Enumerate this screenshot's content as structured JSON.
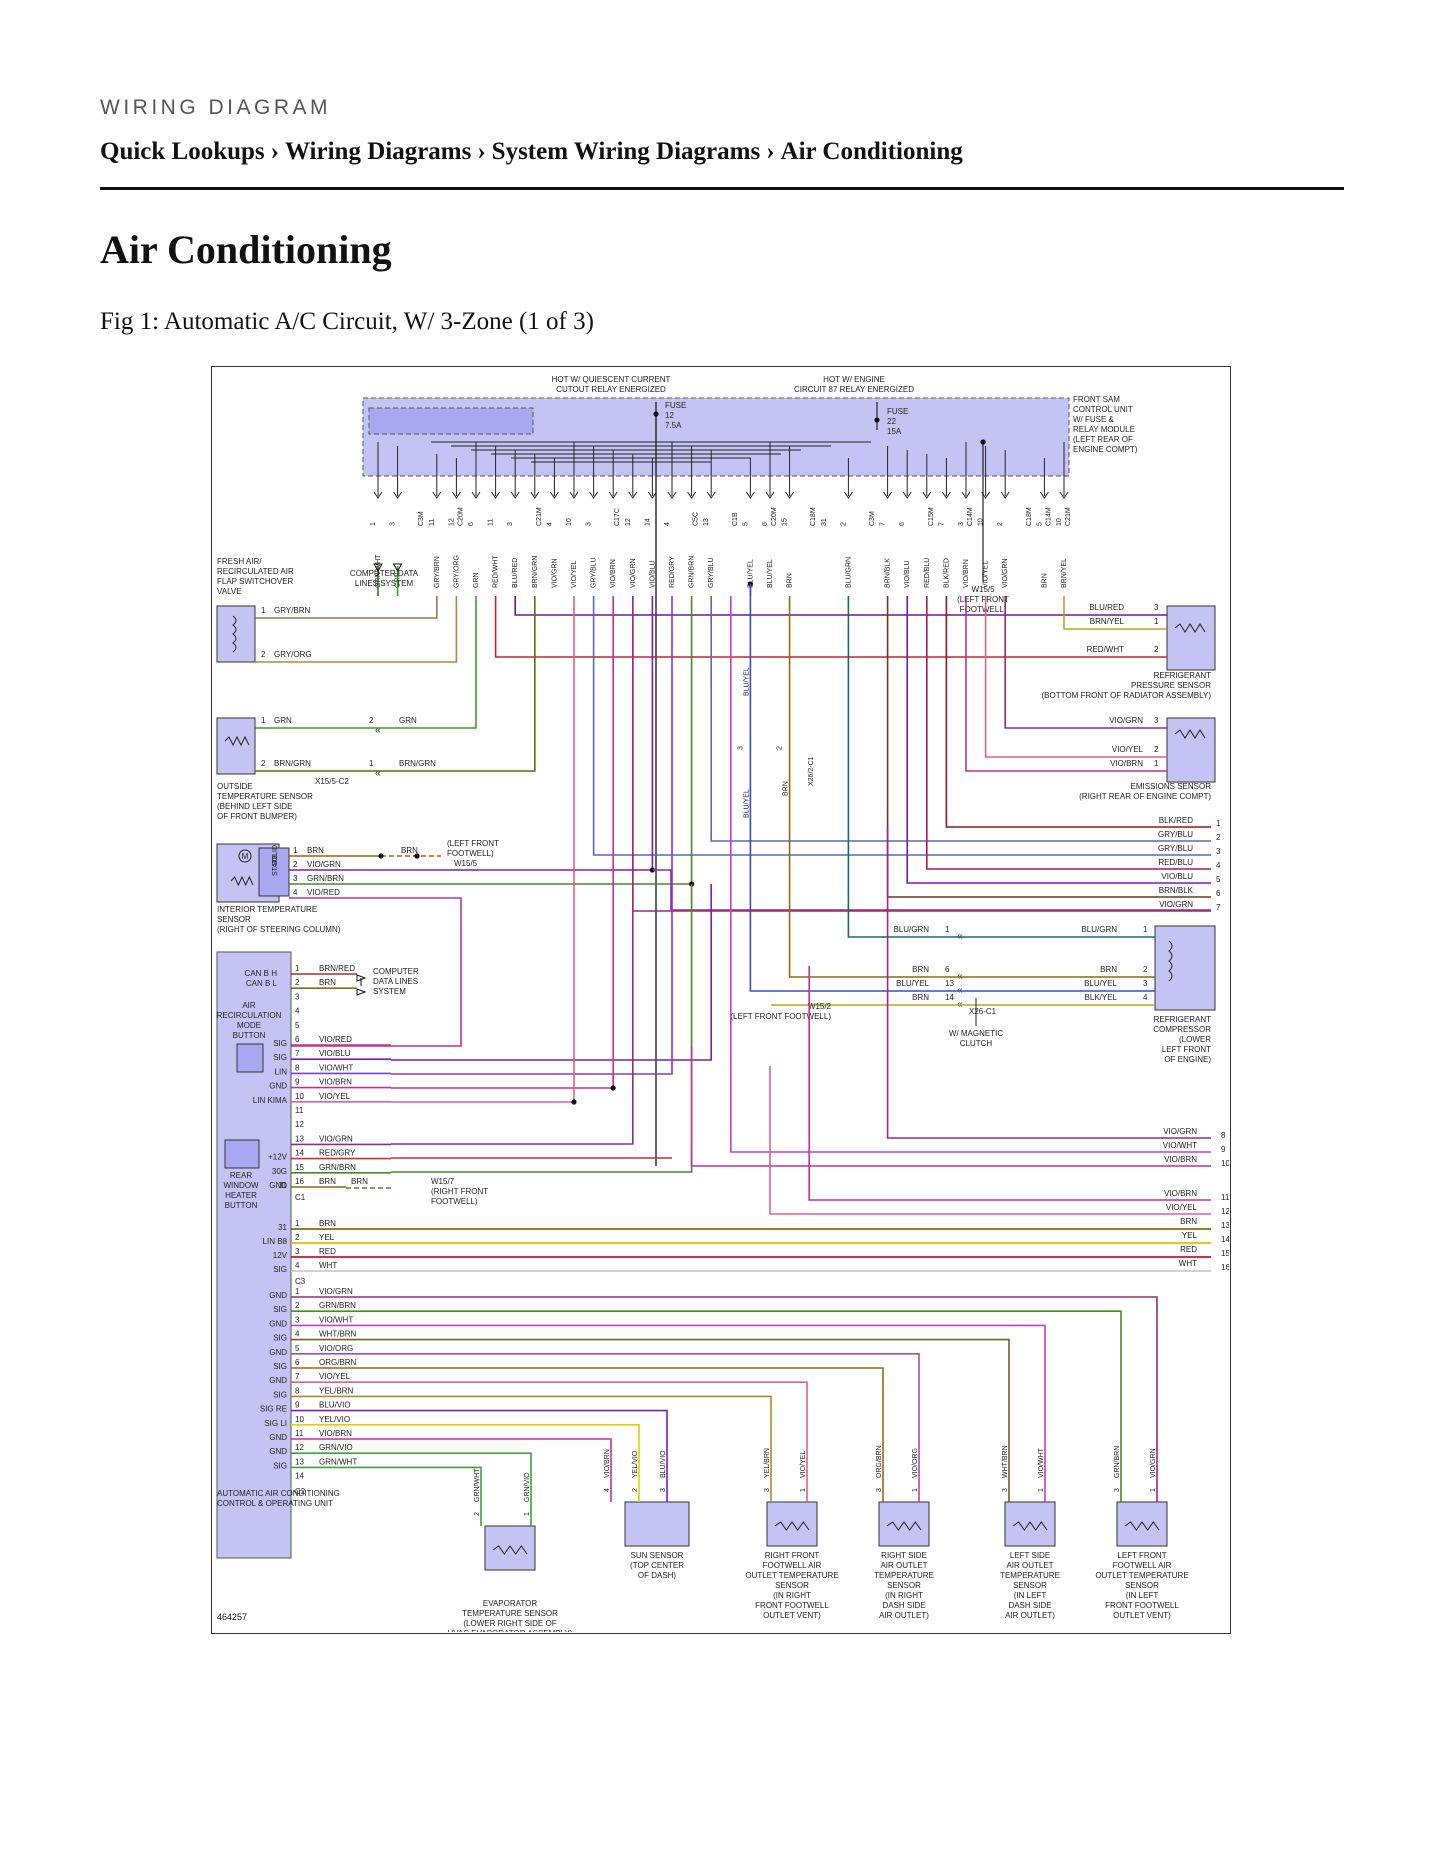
{
  "header": {
    "kicker": "WIRING DIAGRAM",
    "breadcrumb": [
      "Quick Lookups",
      "Wiring Diagrams",
      "System Wiring Diagrams",
      "Air Conditioning"
    ],
    "separator": "›"
  },
  "page_title": "Air Conditioning",
  "figure_caption": "Fig 1: Automatic A/C Circuit, W/ 3-Zone (1 of 3)",
  "diagram": {
    "figure_number": "464257",
    "sam_module": {
      "label": [
        "FRONT SAM",
        "CONTROL UNIT",
        "W/ FUSE &",
        "RELAY MODULE",
        "(LEFT REAR OF",
        "ENGINE COMPT)"
      ],
      "hot_quiescent": [
        "HOT W/ QUIESCENT CURRENT",
        "CUTOUT RELAY ENERGIZED"
      ],
      "hot_engine": [
        "HOT W/ ENGINE",
        "CIRCUIT 87 RELAY ENERGIZED"
      ],
      "fuse_12": [
        "FUSE",
        "12",
        "7.5A"
      ],
      "fuse_22": [
        "FUSE",
        "22",
        "15A"
      ],
      "pins": [
        {
          "pin": "1",
          "conn": "",
          "wire": "GRN/WHT",
          "color": "#2e7d1e"
        },
        {
          "pin": "3",
          "conn": "",
          "wire": "GRN",
          "color": "#2e9d1e"
        },
        {
          "pin": "",
          "conn": "C3M",
          "wire": "",
          "color": ""
        },
        {
          "pin": "11",
          "conn": "",
          "wire": "GRY/BRN",
          "color": "#9a7a4a"
        },
        {
          "pin": "12",
          "conn": "C20M",
          "wire": "GRY/ORG",
          "color": "#b08a3a"
        },
        {
          "pin": "6",
          "conn": "",
          "wire": "GRN",
          "color": "#3aa020"
        },
        {
          "pin": "11",
          "conn": "",
          "wire": "RED/WHT",
          "color": "#d0202a"
        },
        {
          "pin": "3",
          "conn": "",
          "wire": "BLU/RED",
          "color": "#6a1a8a"
        },
        {
          "pin": "",
          "conn": "C21M",
          "wire": "BRN/GRN",
          "color": "#5a6a10"
        },
        {
          "pin": "4",
          "conn": "",
          "wire": "VIO/GRN",
          "color": "#9a2a7a"
        },
        {
          "pin": "10",
          "conn": "",
          "wire": "VIO/YEL",
          "color": "#e0608a"
        },
        {
          "pin": "3",
          "conn": "",
          "wire": "GRY/BLU",
          "color": "#5a6ab0"
        },
        {
          "pin": "",
          "conn": "C17C",
          "wire": "VIO/BRN",
          "color": "#c0309a"
        },
        {
          "pin": "12",
          "conn": "",
          "wire": "VIO/GRN",
          "color": "#9a2a7a"
        },
        {
          "pin": "14",
          "conn": "",
          "wire": "VIO/BLU",
          "color": "#7a1ac0"
        },
        {
          "pin": "4",
          "conn": "",
          "wire": "RED/GRY",
          "color": "#c03040"
        },
        {
          "pin": "",
          "conn": "C5C",
          "wire": "GRN/BRN",
          "color": "#4a8a20"
        },
        {
          "pin": "13",
          "conn": "",
          "wire": "GRY/BLU",
          "color": "#5a6ab0"
        },
        {
          "pin": "",
          "conn": "C1B",
          "wire": "",
          "color": ""
        },
        {
          "pin": "5",
          "conn": "",
          "wire": "BLU/YEL",
          "color": "#3a4ac0"
        },
        {
          "pin": "6",
          "conn": "C20M",
          "wire": "BLU/YEL",
          "color": "#3a4ac0"
        },
        {
          "pin": "15",
          "conn": "",
          "wire": "BRN",
          "color": "#8a6a10"
        },
        {
          "pin": "",
          "conn": "C18M",
          "wire": "",
          "color": ""
        },
        {
          "pin": "31",
          "conn": "",
          "wire": "",
          "color": ""
        },
        {
          "pin": "2",
          "conn": "",
          "wire": "BLU/GRN",
          "color": "#1a6a6a"
        },
        {
          "pin": "",
          "conn": "C3M",
          "wire": "",
          "color": ""
        },
        {
          "pin": "7",
          "conn": "",
          "wire": "BRN/BLK",
          "color": "#6a3a1a"
        },
        {
          "pin": "6",
          "conn": "",
          "wire": "VIO/BLU",
          "color": "#7a1ac0"
        },
        {
          "pin": "",
          "conn": "C15M",
          "wire": "RED/BLU",
          "color": "#a01a6a"
        },
        {
          "pin": "7",
          "conn": "",
          "wire": "BLK/RED",
          "color": "#8a1a1a"
        },
        {
          "pin": "3",
          "conn": "C14M",
          "wire": "VIO/BRN",
          "color": "#c0309a"
        },
        {
          "pin": "10",
          "conn": "",
          "wire": "VIO/YEL",
          "color": "#e0608a"
        },
        {
          "pin": "2",
          "conn": "",
          "wire": "VIO/GRN",
          "color": "#9a2a7a"
        },
        {
          "pin": "",
          "conn": "C18M",
          "wire": "",
          "color": ""
        },
        {
          "pin": "5",
          "conn": "C14M",
          "wire": "BRN",
          "color": "#8a6a10"
        },
        {
          "pin": "10",
          "conn": "C21M",
          "wire": "BRN/YEL",
          "color": "#c0a020"
        }
      ]
    },
    "w15_5_top": [
      "W15/5",
      "(LEFT FRONT",
      "FOOTWELL)"
    ],
    "computer_data_top": [
      "COMPUTER DATA",
      "LINES SYSTEM"
    ],
    "fresh_air": {
      "label": [
        "FRESH AIR/",
        "RECIRCULATED AIR",
        "FLAP SWITCHOVER",
        "VALVE"
      ],
      "pins": [
        {
          "pin": "1",
          "wire": "GRY/BRN"
        },
        {
          "pin": "2",
          "wire": "GRY/ORG"
        }
      ]
    },
    "refrig_pressure": {
      "label": [
        "REFRIGERANT",
        "PRESSURE SENSOR",
        "(BOTTOM FRONT OF RADIATOR ASSEMBLY)"
      ],
      "pins": [
        {
          "pin": "3",
          "wire": "BLU/RED"
        },
        {
          "pin": "1",
          "wire": "BRN/YEL"
        },
        {
          "pin": "2",
          "wire": "RED/WHT"
        }
      ]
    },
    "outside_temp": {
      "label": [
        "OUTSIDE",
        "TEMPERATURE SENSOR",
        "(BEHIND LEFT SIDE",
        "OF FRONT BUMPER)"
      ],
      "pins": [
        {
          "pin": "1",
          "wire": "GRN",
          "pin2": "2",
          "wire2": "GRN"
        },
        {
          "pin": "2",
          "wire": "BRN/GRN",
          "pin2": "1",
          "wire2": "BRN/GRN"
        }
      ],
      "connector": "X15/5-C2"
    },
    "emissions": {
      "label": [
        "EMISSIONS SENSOR",
        "(RIGHT REAR OF ENGINE COMPT)"
      ],
      "pins": [
        {
          "pin": "3",
          "wire": "VIO/GRN"
        },
        {
          "pin": "2",
          "wire": "VIO/YEL"
        },
        {
          "pin": "1",
          "wire": "VIO/BRN"
        }
      ]
    },
    "x26_c1_mid": {
      "connector": "X26/2-C1",
      "pins": [
        "3",
        "2"
      ],
      "wires": [
        "BLU/YEL",
        "BRN"
      ]
    },
    "right_bus_1": [
      {
        "wire": "BLK/RED",
        "num": "1"
      },
      {
        "wire": "GRY/BLU",
        "num": "2"
      },
      {
        "wire": "GRY/BLU",
        "num": "3"
      },
      {
        "wire": "RED/BLU",
        "num": "4"
      },
      {
        "wire": "VIO/BLU",
        "num": "5"
      },
      {
        "wire": "BRN/BLK",
        "num": "6"
      },
      {
        "wire": "VIO/GRN",
        "num": "7"
      }
    ],
    "interior_temp": {
      "label": [
        "INTERIOR TEMPERATURE",
        "SENSOR",
        "(RIGHT OF STEERING COLUMN)"
      ],
      "solid_state": [
        "SOLID",
        "STATE"
      ],
      "pins": [
        {
          "pin": "1",
          "wire": "BRN"
        },
        {
          "pin": "2",
          "wire": "VIO/GRN"
        },
        {
          "pin": "3",
          "wire": "GRN/BRN"
        },
        {
          "pin": "4",
          "wire": "VIO/RED"
        }
      ],
      "ground_wire": "BRN",
      "ground": [
        "(LEFT FRONT",
        "FOOTWELL)",
        "W15/5"
      ]
    },
    "compressor": {
      "label": [
        "REFRIGERANT",
        "COMPRESSOR",
        "(LOWER",
        "LEFT FRONT",
        "OF ENGINE)"
      ],
      "clutch": [
        "W/ MAGNETIC",
        "CLUTCH"
      ],
      "connector": "X26-C1",
      "rows": [
        {
          "lwire": "BLU/GRN",
          "lpin": "1",
          "rwire": "BLU/GRN",
          "rpin": "1"
        },
        {
          "lwire": "BRN",
          "lpin": "6",
          "rwire": "BRN",
          "rpin": "2"
        },
        {
          "lwire": "BLU/YEL",
          "lpin": "13",
          "rwire": "BLU/YEL",
          "rpin": "3"
        },
        {
          "lwire": "BRN",
          "lpin": "14",
          "rwire": "BLK/YEL",
          "rpin": "4"
        }
      ],
      "ground": [
        "W15/2",
        "(LEFT FRONT FOOTWELL)"
      ]
    },
    "acu": {
      "label": [
        "AUTOMATIC AIR CONDITIONING",
        "CONTROL & OPERATING UNIT"
      ],
      "can": [
        "CAN B H",
        "CAN B L"
      ],
      "recirc_btn": [
        "AIR",
        "RECIRCULATION",
        "MODE",
        "BUTTON"
      ],
      "rear_btn": [
        "REAR",
        "WINDOW",
        "HEATER",
        "BUTTON"
      ],
      "computer_data": [
        "COMPUTER",
        "DATA LINES",
        "SYSTEM"
      ],
      "c1_label": "C1",
      "c3_label": "C3",
      "c2_label": "C2",
      "c1": [
        {
          "pin": "1",
          "wire": "BRN/RED",
          "side": ""
        },
        {
          "pin": "2",
          "wire": "BRN",
          "side": ""
        },
        {
          "pin": "3",
          "wire": "",
          "side": ""
        },
        {
          "pin": "4",
          "wire": "",
          "side": ""
        },
        {
          "pin": "5",
          "wire": "",
          "side": ""
        },
        {
          "pin": "6",
          "wire": "VIO/RED",
          "side": "SIG"
        },
        {
          "pin": "7",
          "wire": "VIO/BLU",
          "side": "SIG"
        },
        {
          "pin": "8",
          "wire": "VIO/WHT",
          "side": "LIN"
        },
        {
          "pin": "9",
          "wire": "VIO/BRN",
          "side": "GND"
        },
        {
          "pin": "10",
          "wire": "VIO/YEL",
          "side": "LIN KIMA"
        },
        {
          "pin": "11",
          "wire": "",
          "side": ""
        },
        {
          "pin": "12",
          "wire": "",
          "side": ""
        },
        {
          "pin": "13",
          "wire": "VIO/GRN",
          "side": ""
        },
        {
          "pin": "14",
          "wire": "RED/GRY",
          "side": "+12V"
        },
        {
          "pin": "15",
          "wire": "GRN/BRN",
          "side": "30G"
        },
        {
          "pin": "16",
          "wire": "BRN",
          "side": "GND"
        }
      ],
      "c1_side_31": "31",
      "w15_7": [
        "W15/7",
        "(RIGHT FRONT",
        "FOOTWELL)"
      ],
      "c3": [
        {
          "pin": "1",
          "wire": "BRN",
          "side": "31"
        },
        {
          "pin": "2",
          "wire": "YEL",
          "side": "LIN B8"
        },
        {
          "pin": "3",
          "wire": "RED",
          "side": "12V"
        },
        {
          "pin": "4",
          "wire": "WHT",
          "side": "SIG"
        }
      ],
      "c2": [
        {
          "pin": "1",
          "wire": "VIO/GRN",
          "side": "GND"
        },
        {
          "pin": "2",
          "wire": "GRN/BRN",
          "side": "SIG"
        },
        {
          "pin": "3",
          "wire": "VIO/WHT",
          "side": "GND"
        },
        {
          "pin": "4",
          "wire": "WHT/BRN",
          "side": "SIG"
        },
        {
          "pin": "5",
          "wire": "VIO/ORG",
          "side": "GND"
        },
        {
          "pin": "6",
          "wire": "ORG/BRN",
          "side": "SIG"
        },
        {
          "pin": "7",
          "wire": "VIO/YEL",
          "side": "GND"
        },
        {
          "pin": "8",
          "wire": "YEL/BRN",
          "side": "SIG"
        },
        {
          "pin": "9",
          "wire": "BLU/VIO",
          "side": "SIG RE"
        },
        {
          "pin": "10",
          "wire": "YEL/VIO",
          "side": "SIG LI"
        },
        {
          "pin": "11",
          "wire": "VIO/BRN",
          "side": "GND"
        },
        {
          "pin": "12",
          "wire": "GRN/VIO",
          "side": "GND"
        },
        {
          "pin": "13",
          "wire": "GRN/WHT",
          "side": "SIG"
        },
        {
          "pin": "14",
          "wire": "",
          "side": ""
        }
      ]
    },
    "right_bus_2": [
      {
        "wire": "VIO/GRN",
        "num": "8"
      },
      {
        "wire": "VIO/WHT",
        "num": "9"
      },
      {
        "wire": "VIO/BRN",
        "num": "10"
      },
      {
        "wire": "VIO/BRN",
        "num": "11"
      },
      {
        "wire": "VIO/YEL",
        "num": "12"
      },
      {
        "wire": "BRN",
        "num": "13"
      },
      {
        "wire": "YEL",
        "num": "14"
      },
      {
        "wire": "RED",
        "num": "15"
      },
      {
        "wire": "WHT",
        "num": "16"
      }
    ],
    "bottom_sensors": [
      {
        "label": [
          "EVAPORATOR",
          "TEMPERATURE SENSOR",
          "(LOWER RIGHT SIDE OF",
          "HVAC EVAPORATOR ASSEMBLY)"
        ],
        "pins": [
          {
            "pin": "2",
            "wire": "GRN/WHT"
          },
          {
            "pin": "1",
            "wire": "GRN/VIO"
          }
        ]
      },
      {
        "label": [
          "SUN SENSOR",
          "(TOP CENTER",
          "OF DASH)"
        ],
        "pins": [
          {
            "pin": "4",
            "wire": "VIO/BRN"
          },
          {
            "pin": "2",
            "wire": "YEL/VIO"
          },
          {
            "pin": "3",
            "wire": "BLU/VIO"
          }
        ]
      },
      {
        "label": [
          "RIGHT FRONT",
          "FOOTWELL AIR",
          "OUTLET TEMPERATURE",
          "SENSOR",
          "(IN RIGHT",
          "FRONT FOOTWELL",
          "OUTLET VENT)"
        ],
        "pins": [
          {
            "pin": "3",
            "wire": "YEL/BRN"
          },
          {
            "pin": "1",
            "wire": "VIO/YEL"
          }
        ]
      },
      {
        "label": [
          "RIGHT SIDE",
          "AIR OUTLET",
          "TEMPERATURE",
          "SENSOR",
          "(IN RIGHT",
          "DASH SIDE",
          "AIR OUTLET)"
        ],
        "pins": [
          {
            "pin": "3",
            "wire": "ORG/BRN"
          },
          {
            "pin": "1",
            "wire": "VIO/ORG"
          }
        ]
      },
      {
        "label": [
          "LEFT SIDE",
          "AIR OUTLET",
          "TEMPERATURE",
          "SENSOR",
          "(IN LEFT",
          "DASH SIDE",
          "AIR OUTLET)"
        ],
        "pins": [
          {
            "pin": "3",
            "wire": "WHT/BRN"
          },
          {
            "pin": "1",
            "wire": "VIO/WHT"
          }
        ]
      },
      {
        "label": [
          "LEFT FRONT",
          "FOOTWELL AIR",
          "OUTLET TEMPERATURE",
          "SENSOR",
          "(IN LEFT",
          "FRONT FOOTWELL",
          "OUTLET VENT)"
        ],
        "pins": [
          {
            "pin": "3",
            "wire": "GRN/BRN"
          },
          {
            "pin": "1",
            "wire": "VIO/GRN"
          }
        ]
      }
    ]
  }
}
